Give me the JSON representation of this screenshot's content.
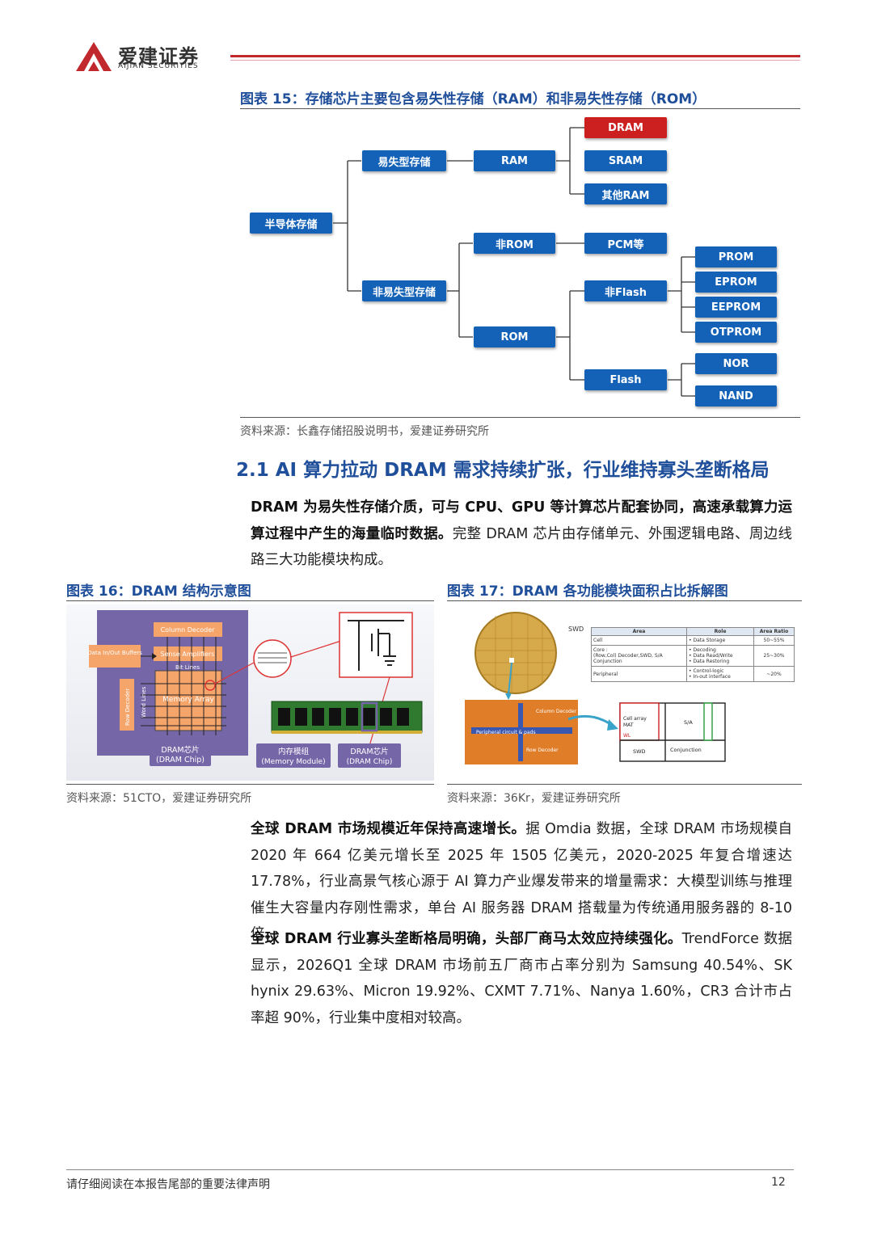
{
  "header": {
    "brand_cn": "爱建证券",
    "brand_en": "AIJIAN SECURITIES",
    "accent": "#c0282d"
  },
  "fig15": {
    "caption": "图表 15：存储芯片主要包含易失性存储（RAM）和非易失性存储（ROM）",
    "source": "资料来源：长鑫存储招股说明书，爱建证券研究所",
    "nodes": {
      "root": "半导体存储",
      "volatile": "易失型存储",
      "nonvolatile": "非易失型存储",
      "ram": "RAM",
      "nonrom": "非ROM",
      "rom": "ROM",
      "dram": "DRAM",
      "sram": "SRAM",
      "other_ram": "其他RAM",
      "pcm": "PCM等",
      "nonflash": "非Flash",
      "flash": "Flash",
      "prom": "PROM",
      "eprom": "EPROM",
      "eeprom": "EEPROM",
      "otprom": "OTPROM",
      "nor": "NOR",
      "nand": "NAND"
    },
    "node_color": "#1462b8",
    "highlight_color": "#cc1f1f"
  },
  "section": {
    "heading": "2.1 AI 算力拉动 DRAM 需求持续扩张，行业维持寡头垄断格局",
    "p1_bold": "DRAM 为易失性存储介质，可与 CPU、GPU 等计算芯片配套协同，高速承载算力运算过程中产生的海量临时数据。",
    "p1_rest": "完整 DRAM 芯片由存储单元、外围逻辑电路、周边线路三大功能模块构成。"
  },
  "fig16": {
    "caption": "图表 16：DRAM 结构示意图",
    "source": "资料来源：51CTO，爱建证券研究所",
    "labels": {
      "column_decoder": "Column Decoder",
      "sense_amplifiers": "Sense Amplifiers",
      "data_inout_buffers": "Data In/Out Buffers",
      "bit_lines": "Bit Lines",
      "word_lines": "Word Lines",
      "row_decoder": "Row Decoder",
      "memory_array": "Memory Array",
      "dram_chip_cn": "DRAM芯片",
      "dram_chip_en": "(DRAM Chip)",
      "module_cn": "内存模组",
      "module_en": "(Memory Module)",
      "chip2_cn": "DRAM芯片",
      "chip2_en": "(DRAM Chip)"
    }
  },
  "fig17": {
    "caption": "图表 17：DRAM 各功能模块面积占比拆解图",
    "source": "资料来源：36Kr，爱建证券研究所",
    "table": {
      "title": "SWD",
      "headers": [
        "Area",
        "Role",
        "Area Ratio"
      ],
      "rows": [
        [
          "Cell",
          "• Data Storage",
          "50~55%"
        ],
        [
          "Core :\n(Row,Col) Decoder,SWD, S/A\nConjunction",
          "• Decoding\n• Data Read/Write\n• Data Restoring",
          "25~30%"
        ],
        [
          "Peripheral",
          "• Control-logic\n• In-out interface",
          "~20%"
        ]
      ]
    },
    "labels": {
      "column_decoder": "Column Decoder",
      "peripheral": "Peripheral circuit & pads",
      "row_decoder": "Row Decoder",
      "cell_array": "Cell array",
      "mat": "MAT",
      "wl": "WL",
      "sa": "S/A",
      "swd": "SWD",
      "conjunction": "Conjunction"
    }
  },
  "body": {
    "p2_bold": "全球 DRAM 市场规模近年保持高速增长。",
    "p2_rest": "据 Omdia 数据，全球 DRAM 市场规模自 2020 年 664 亿美元增长至 2025 年 1505 亿美元，2020-2025 年复合增速达 17.78%，行业高景气核心源于 AI 算力产业爆发带来的增量需求：大模型训练与推理催生大容量内存刚性需求，单台 AI 服务器 DRAM 搭载量为传统通用服务器的 8-10 倍。",
    "p3_bold": "全球 DRAM 行业寡头垄断格局明确，头部厂商马太效应持续强化。",
    "p3_rest": "TrendForce 数据显示，2026Q1 全球 DRAM 市场前五厂商市占率分别为 Samsung 40.54%、SK hynix 29.63%、Micron 19.92%、CXMT 7.71%、Nanya 1.60%，CR3 合计市占率超 90%，行业集中度相对较高。"
  },
  "footer": {
    "disclaimer": "请仔细阅读在本报告尾部的重要法律声明",
    "page": "12"
  }
}
